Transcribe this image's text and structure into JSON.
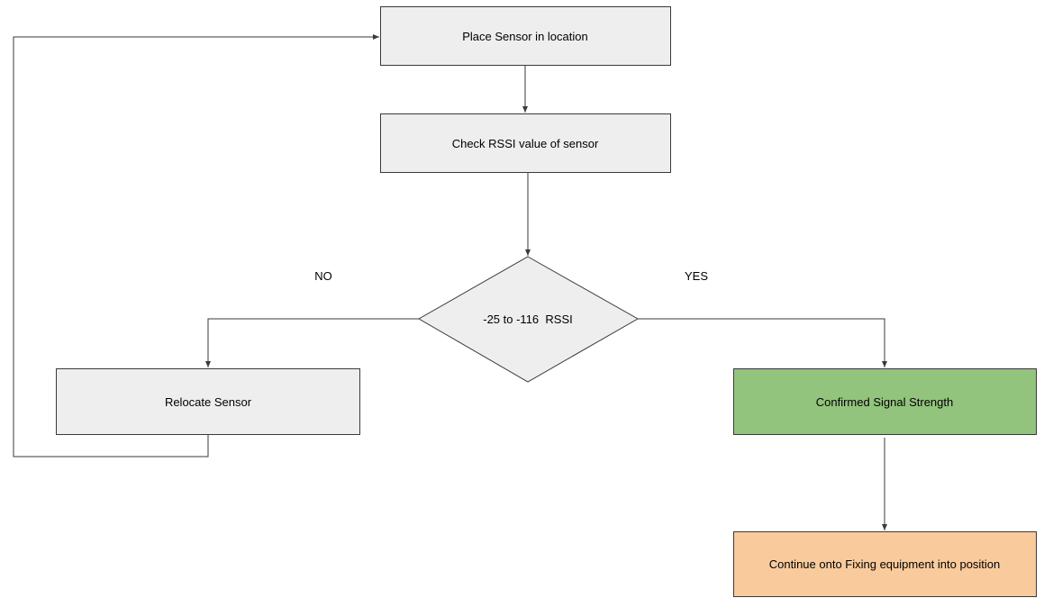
{
  "nodes": {
    "place_sensor": {
      "label": "Place Sensor in location",
      "fill": "#eeeeee"
    },
    "check_rssi": {
      "label": "Check RSSI value of sensor",
      "fill": "#eeeeee"
    },
    "decision": {
      "label": "-25 to -116  RSSI",
      "fill": "#eeeeee"
    },
    "relocate": {
      "label": "Relocate Sensor",
      "fill": "#eeeeee"
    },
    "confirmed": {
      "label": "Confirmed Signal Strength",
      "fill": "#93c47d"
    },
    "continue": {
      "label": "Continue onto Fixing equipment into position",
      "fill": "#f9cb9c"
    }
  },
  "edges": {
    "no_label": "NO",
    "yes_label": "YES"
  }
}
